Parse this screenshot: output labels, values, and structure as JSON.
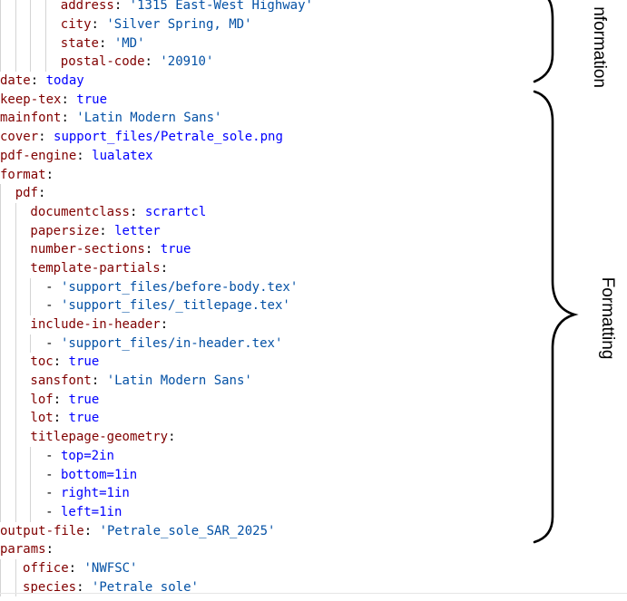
{
  "code_lines": [
    {
      "indent": 4,
      "key": "address",
      "sep": ": ",
      "value": "'1315 East-West Highway'",
      "type": "str"
    },
    {
      "indent": 4,
      "key": "city",
      "sep": ": ",
      "value": "'Silver Spring, MD'",
      "type": "str"
    },
    {
      "indent": 4,
      "key": "state",
      "sep": ": ",
      "value": "'MD'",
      "type": "str"
    },
    {
      "indent": 4,
      "key": "postal-code",
      "sep": ": ",
      "value": "'20910'",
      "type": "str"
    },
    {
      "indent": 0,
      "key": "date",
      "sep": ": ",
      "value": "today",
      "type": "val"
    },
    {
      "indent": 0,
      "key": "keep-tex",
      "sep": ": ",
      "value": "true",
      "type": "val"
    },
    {
      "indent": 0,
      "key": "mainfont",
      "sep": ": ",
      "value": "'Latin Modern Sans'",
      "type": "str"
    },
    {
      "indent": 0,
      "key": "cover",
      "sep": ": ",
      "value": "support_files/Petrale_sole.png",
      "type": "val"
    },
    {
      "indent": 0,
      "key": "pdf-engine",
      "sep": ": ",
      "value": "lualatex",
      "type": "val"
    },
    {
      "indent": 0,
      "key": "format",
      "sep": ":",
      "value": "",
      "type": "val"
    },
    {
      "indent": 1,
      "key": "pdf",
      "sep": ":",
      "value": "",
      "type": "val"
    },
    {
      "indent": 2,
      "key": "documentclass",
      "sep": ": ",
      "value": "scrartcl",
      "type": "val"
    },
    {
      "indent": 2,
      "key": "papersize",
      "sep": ": ",
      "value": "letter",
      "type": "val"
    },
    {
      "indent": 2,
      "key": "number-sections",
      "sep": ": ",
      "value": "true",
      "type": "val"
    },
    {
      "indent": 2,
      "key": "template-partials",
      "sep": ":",
      "value": "",
      "type": "val"
    },
    {
      "indent": 3,
      "key": "",
      "sep": "",
      "value": "'support_files/before-body.tex'",
      "type": "str",
      "dash": true
    },
    {
      "indent": 3,
      "key": "",
      "sep": "",
      "value": "'support_files/_titlepage.tex'",
      "type": "str",
      "dash": true
    },
    {
      "indent": 2,
      "key": "include-in-header",
      "sep": ":",
      "value": "",
      "type": "val"
    },
    {
      "indent": 3,
      "key": "",
      "sep": "",
      "value": "'support_files/in-header.tex'",
      "type": "str",
      "dash": true
    },
    {
      "indent": 2,
      "key": "toc",
      "sep": ": ",
      "value": "true",
      "type": "val"
    },
    {
      "indent": 2,
      "key": "sansfont",
      "sep": ": ",
      "value": "'Latin Modern Sans'",
      "type": "str"
    },
    {
      "indent": 2,
      "key": "lof",
      "sep": ": ",
      "value": "true",
      "type": "val"
    },
    {
      "indent": 2,
      "key": "lot",
      "sep": ": ",
      "value": "true",
      "type": "val"
    },
    {
      "indent": 2,
      "key": "titlepage-geometry",
      "sep": ":",
      "value": "",
      "type": "val"
    },
    {
      "indent": 3,
      "key": "",
      "sep": "",
      "value": "top=2in",
      "type": "val",
      "dash": true
    },
    {
      "indent": 3,
      "key": "",
      "sep": "",
      "value": "bottom=1in",
      "type": "val",
      "dash": true
    },
    {
      "indent": 3,
      "key": "",
      "sep": "",
      "value": "right=1in",
      "type": "val",
      "dash": true
    },
    {
      "indent": 3,
      "key": "",
      "sep": "",
      "value": "left=1in",
      "type": "val",
      "dash": true
    },
    {
      "indent": 0,
      "key": "output-file",
      "sep": ": ",
      "value": "'Petrale_sole_SAR_2025'",
      "type": "str"
    },
    {
      "indent": 0,
      "key": "params",
      "sep": ":",
      "value": "",
      "type": "val"
    },
    {
      "indent": 1.5,
      "key": "office",
      "sep": ": ",
      "value": "'NWFSC'",
      "type": "str"
    },
    {
      "indent": 1.5,
      "key": "species",
      "sep": ": ",
      "value": "'Petrale sole'",
      "type": "str"
    }
  ],
  "annotations": {
    "information": "nformation",
    "formatting": "Formatting"
  },
  "colors": {
    "key": "#800000",
    "value": "#0000ff",
    "string": "#0451a5",
    "punctuation": "#000000",
    "indent_guide": "#d4d4d4"
  }
}
